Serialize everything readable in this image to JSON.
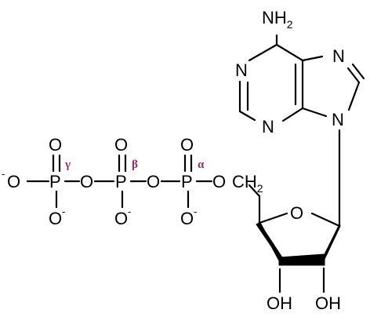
{
  "molecule": {
    "atoms": {
      "amine_n": "NH",
      "amine_sub": "2",
      "n1": "N",
      "n3": "N",
      "n7": "N",
      "n9": "N",
      "ring_o": "O",
      "bridge_o": "O",
      "ch2_c": "CH",
      "ch2_sub": "2",
      "oh_left": "OH",
      "oh_right": "OH",
      "p_alpha": "P",
      "p_beta": "P",
      "p_gamma": "P",
      "o_ab": "O",
      "o_bg": "O",
      "o_gamma_left": "O",
      "o_alpha_top": "O",
      "o_beta_top": "O",
      "o_gamma_top": "O",
      "o_alpha_bottom": "O",
      "o_beta_bottom": "O",
      "o_gamma_bottom": "O",
      "minus": "-"
    },
    "labels": {
      "alpha": "α",
      "beta": "β",
      "gamma": "γ"
    },
    "colors": {
      "bond": "#000000",
      "greek_label": "#9b2c5c"
    }
  }
}
